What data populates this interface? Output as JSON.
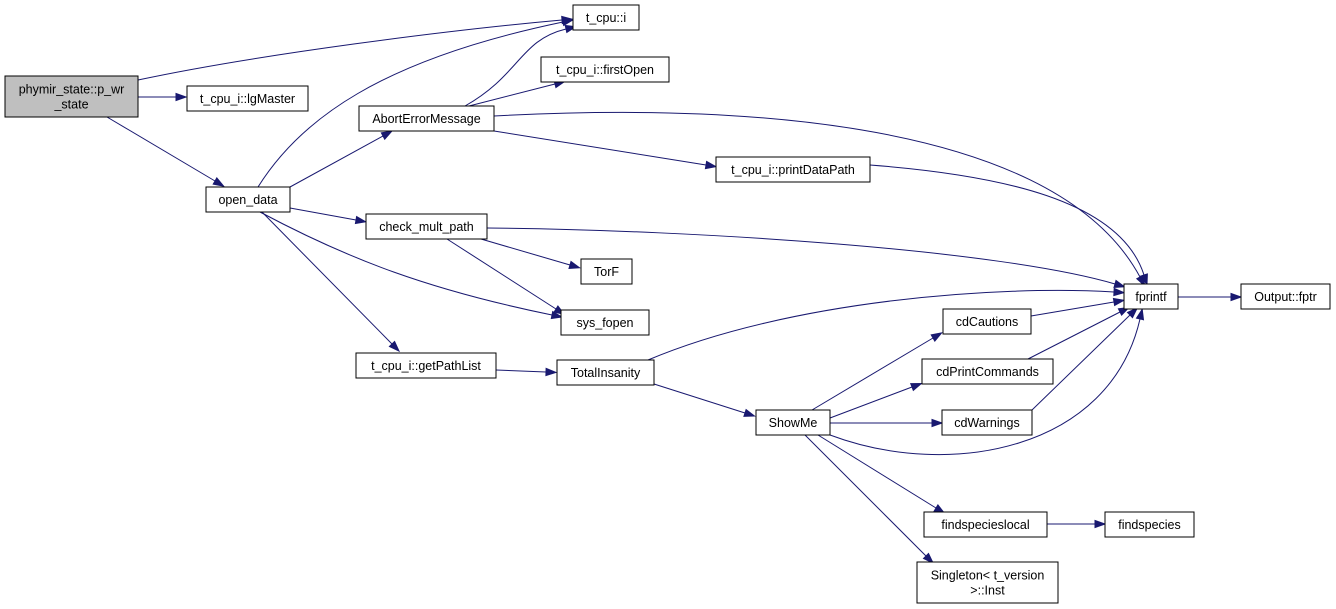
{
  "graph": {
    "edge_color": "#191970",
    "root_fill": "#bfbfbf",
    "nodes": {
      "root": {
        "lines": [
          "phymir_state::p_wr",
          "_state"
        ]
      },
      "tcpu_i": {
        "lines": [
          "t_cpu::i"
        ]
      },
      "lgmaster": {
        "lines": [
          "t_cpu_i::lgMaster"
        ]
      },
      "opendata": {
        "lines": [
          "open_data"
        ]
      },
      "abort": {
        "lines": [
          "AbortErrorMessage"
        ]
      },
      "firstopen": {
        "lines": [
          "t_cpu_i::firstOpen"
        ]
      },
      "printdatapath": {
        "lines": [
          "t_cpu_i::printDataPath"
        ]
      },
      "checkmult": {
        "lines": [
          "check_mult_path"
        ]
      },
      "torf": {
        "lines": [
          "TorF"
        ]
      },
      "sysfopen": {
        "lines": [
          "sys_fopen"
        ]
      },
      "getpathlist": {
        "lines": [
          "t_cpu_i::getPathList"
        ]
      },
      "totalinsanity": {
        "lines": [
          "TotalInsanity"
        ]
      },
      "showme": {
        "lines": [
          "ShowMe"
        ]
      },
      "cdcautions": {
        "lines": [
          "cdCautions"
        ]
      },
      "cdprintcommands": {
        "lines": [
          "cdPrintCommands"
        ]
      },
      "cdwarnings": {
        "lines": [
          "cdWarnings"
        ]
      },
      "fprintf": {
        "lines": [
          "fprintf"
        ]
      },
      "outputfptr": {
        "lines": [
          "Output::fptr"
        ]
      },
      "findspecieslocal": {
        "lines": [
          "findspecieslocal"
        ]
      },
      "findspecies": {
        "lines": [
          "findspecies"
        ]
      },
      "singleton": {
        "lines": [
          "Singleton< t_version",
          ">::Inst"
        ]
      }
    },
    "edges": [
      [
        "root",
        "tcpu_i"
      ],
      [
        "root",
        "lgmaster"
      ],
      [
        "root",
        "opendata"
      ],
      [
        "opendata",
        "tcpu_i"
      ],
      [
        "opendata",
        "abort"
      ],
      [
        "opendata",
        "checkmult"
      ],
      [
        "opendata",
        "sysfopen"
      ],
      [
        "opendata",
        "getpathlist"
      ],
      [
        "abort",
        "tcpu_i"
      ],
      [
        "abort",
        "firstopen"
      ],
      [
        "abort",
        "printdatapath"
      ],
      [
        "abort",
        "fprintf"
      ],
      [
        "printdatapath",
        "fprintf"
      ],
      [
        "checkmult",
        "fprintf"
      ],
      [
        "checkmult",
        "torf"
      ],
      [
        "checkmult",
        "sysfopen"
      ],
      [
        "getpathlist",
        "totalinsanity"
      ],
      [
        "totalinsanity",
        "fprintf"
      ],
      [
        "totalinsanity",
        "showme"
      ],
      [
        "showme",
        "cdcautions"
      ],
      [
        "showme",
        "cdprintcommands"
      ],
      [
        "showme",
        "cdwarnings"
      ],
      [
        "showme",
        "fprintf"
      ],
      [
        "showme",
        "findspecieslocal"
      ],
      [
        "showme",
        "singleton"
      ],
      [
        "cdcautions",
        "fprintf"
      ],
      [
        "cdprintcommands",
        "fprintf"
      ],
      [
        "cdwarnings",
        "fprintf"
      ],
      [
        "fprintf",
        "outputfptr"
      ],
      [
        "findspecieslocal",
        "findspecies"
      ]
    ]
  }
}
